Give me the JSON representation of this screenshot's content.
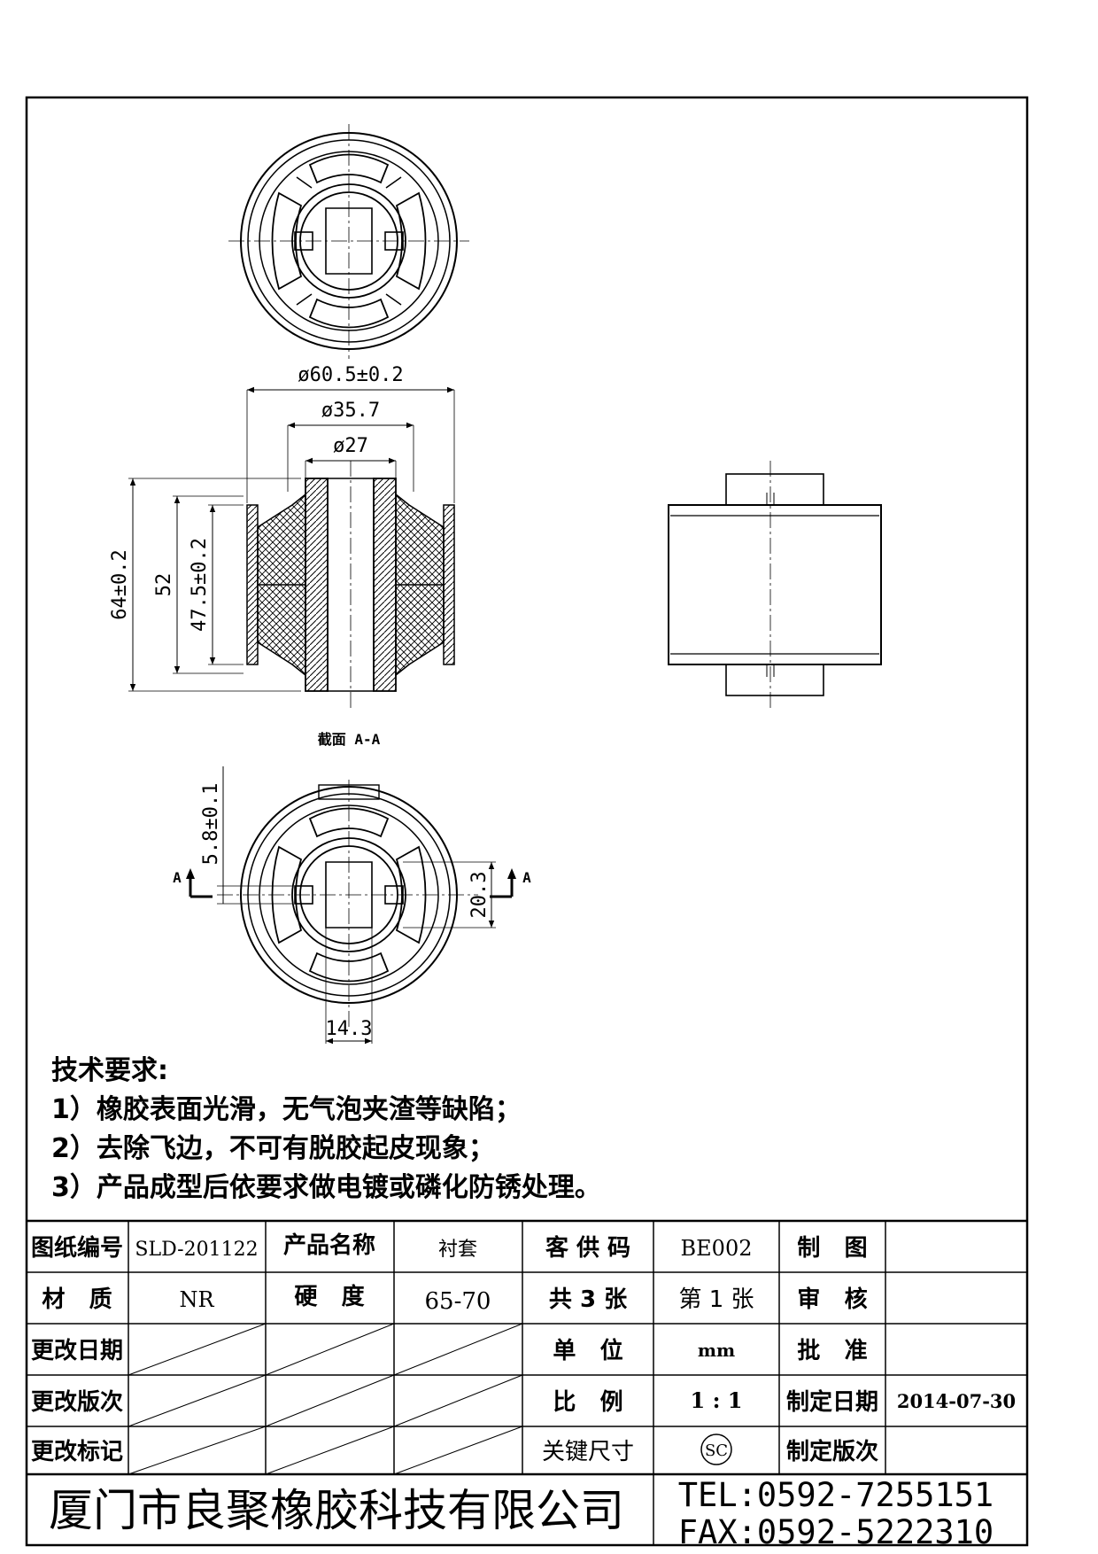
{
  "drawing": {
    "dimensions": {
      "outer_diameter": "ø60.5±0.2",
      "mid_diameter": "ø35.7",
      "inner_diameter": "ø27",
      "overall_length": "64±0.2",
      "length_52": "52",
      "length_47": "47.5±0.2",
      "slot_width": "5.8±0.1",
      "flat_height": "20.3",
      "key_width": "14.3"
    },
    "section_title": "截面 A-A",
    "section_marker": "A"
  },
  "requirements": {
    "title": "技术要求:",
    "items": [
      "1）橡胶表面光滑，无气泡夹渣等缺陷；",
      "2）去除飞边，不可有脱胶起皮现象；",
      "3）产品成型后依要求做电镀或磷化防锈处理。"
    ]
  },
  "title_block": {
    "row1": {
      "drawing_no_label": "图纸编号",
      "drawing_no": "SLD-201122",
      "product_name_label": "产品名称",
      "product_name": "衬套",
      "customer_code_label": "客 供 码",
      "customer_code": "BE002",
      "drawn_label": "制   图",
      "drawn": ""
    },
    "row2": {
      "material_label": "材   质",
      "material": "NR",
      "hardness_label": "硬   度",
      "hardness": "65-70",
      "total_sheets_label": "共 3 张",
      "sheet_no_label": "第 1 张",
      "checked_label": "审   核",
      "checked": ""
    },
    "row3": {
      "change_date_label": "更改日期",
      "unit_label": "单   位",
      "unit": "mm",
      "approved_label": "批   准",
      "approved": ""
    },
    "row4": {
      "change_version_label": "更改版次",
      "scale_label": "比   例",
      "scale": "1 : 1",
      "issue_date_label": "制定日期",
      "issue_date": "2014-07-30"
    },
    "row5": {
      "change_mark_label": "更改标记",
      "key_dimension_label": "关键尺寸",
      "key_dimension_symbol": "SC",
      "issue_version_label": "制定版次",
      "issue_version": ""
    },
    "company": "厦门市良聚橡胶科技有限公司",
    "tel": "TEL:0592-7255151",
    "fax": "FAX:0592-5222310"
  }
}
